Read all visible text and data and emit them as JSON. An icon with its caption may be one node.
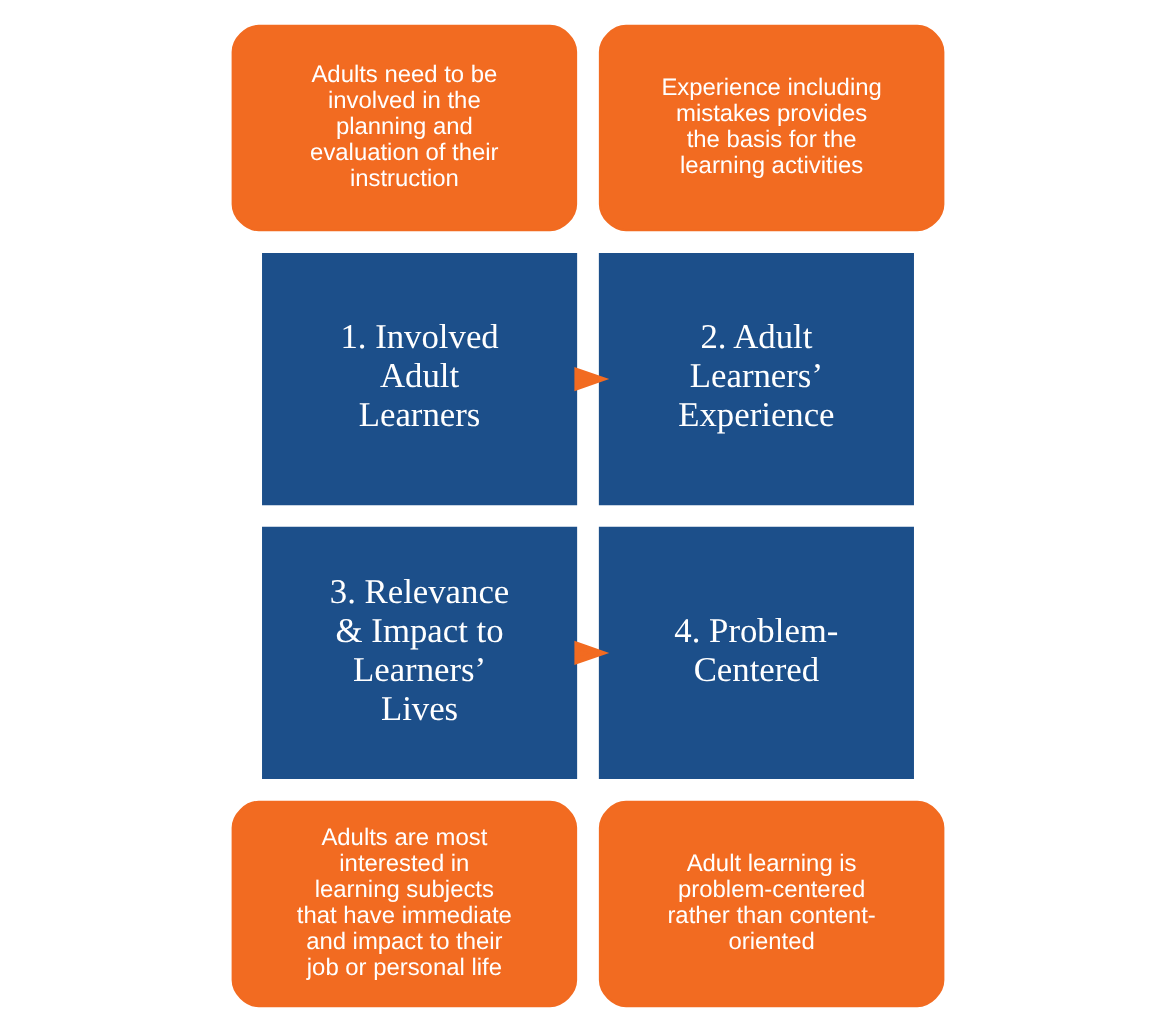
{
  "diagram": {
    "nodes": [
      {
        "text": [
          "Adults need to be involved in the planning and evaluation of their instruction"
        ]
      },
      {
        "text": [
          "Experience including mistakes provides the basis for the learning activities"
        ]
      },
      {
        "text": [
          "1. Involved Adult Learners"
        ]
      },
      {
        "text": [
          "2. Adult Learners’ Experience"
        ]
      },
      {
        "text": [
          "4. Problem-Centered"
        ]
      },
      {
        "text": [
          "3. Relevance & Impact to Learners’ Lives"
        ]
      },
      {
        "text": [
          "Adult learning is problem-centered rather than content-oriented"
        ]
      },
      {
        "text": [
          "Adults are most interested in learning subjects that have immediate and impact to their job or personal life"
        ]
      }
    ],
    "edges": [
      {
        "from": 2,
        "to": 3,
        "arrow": "to"
      },
      {
        "from": 5,
        "to": 4,
        "arrow": "to"
      }
    ]
  }
}
